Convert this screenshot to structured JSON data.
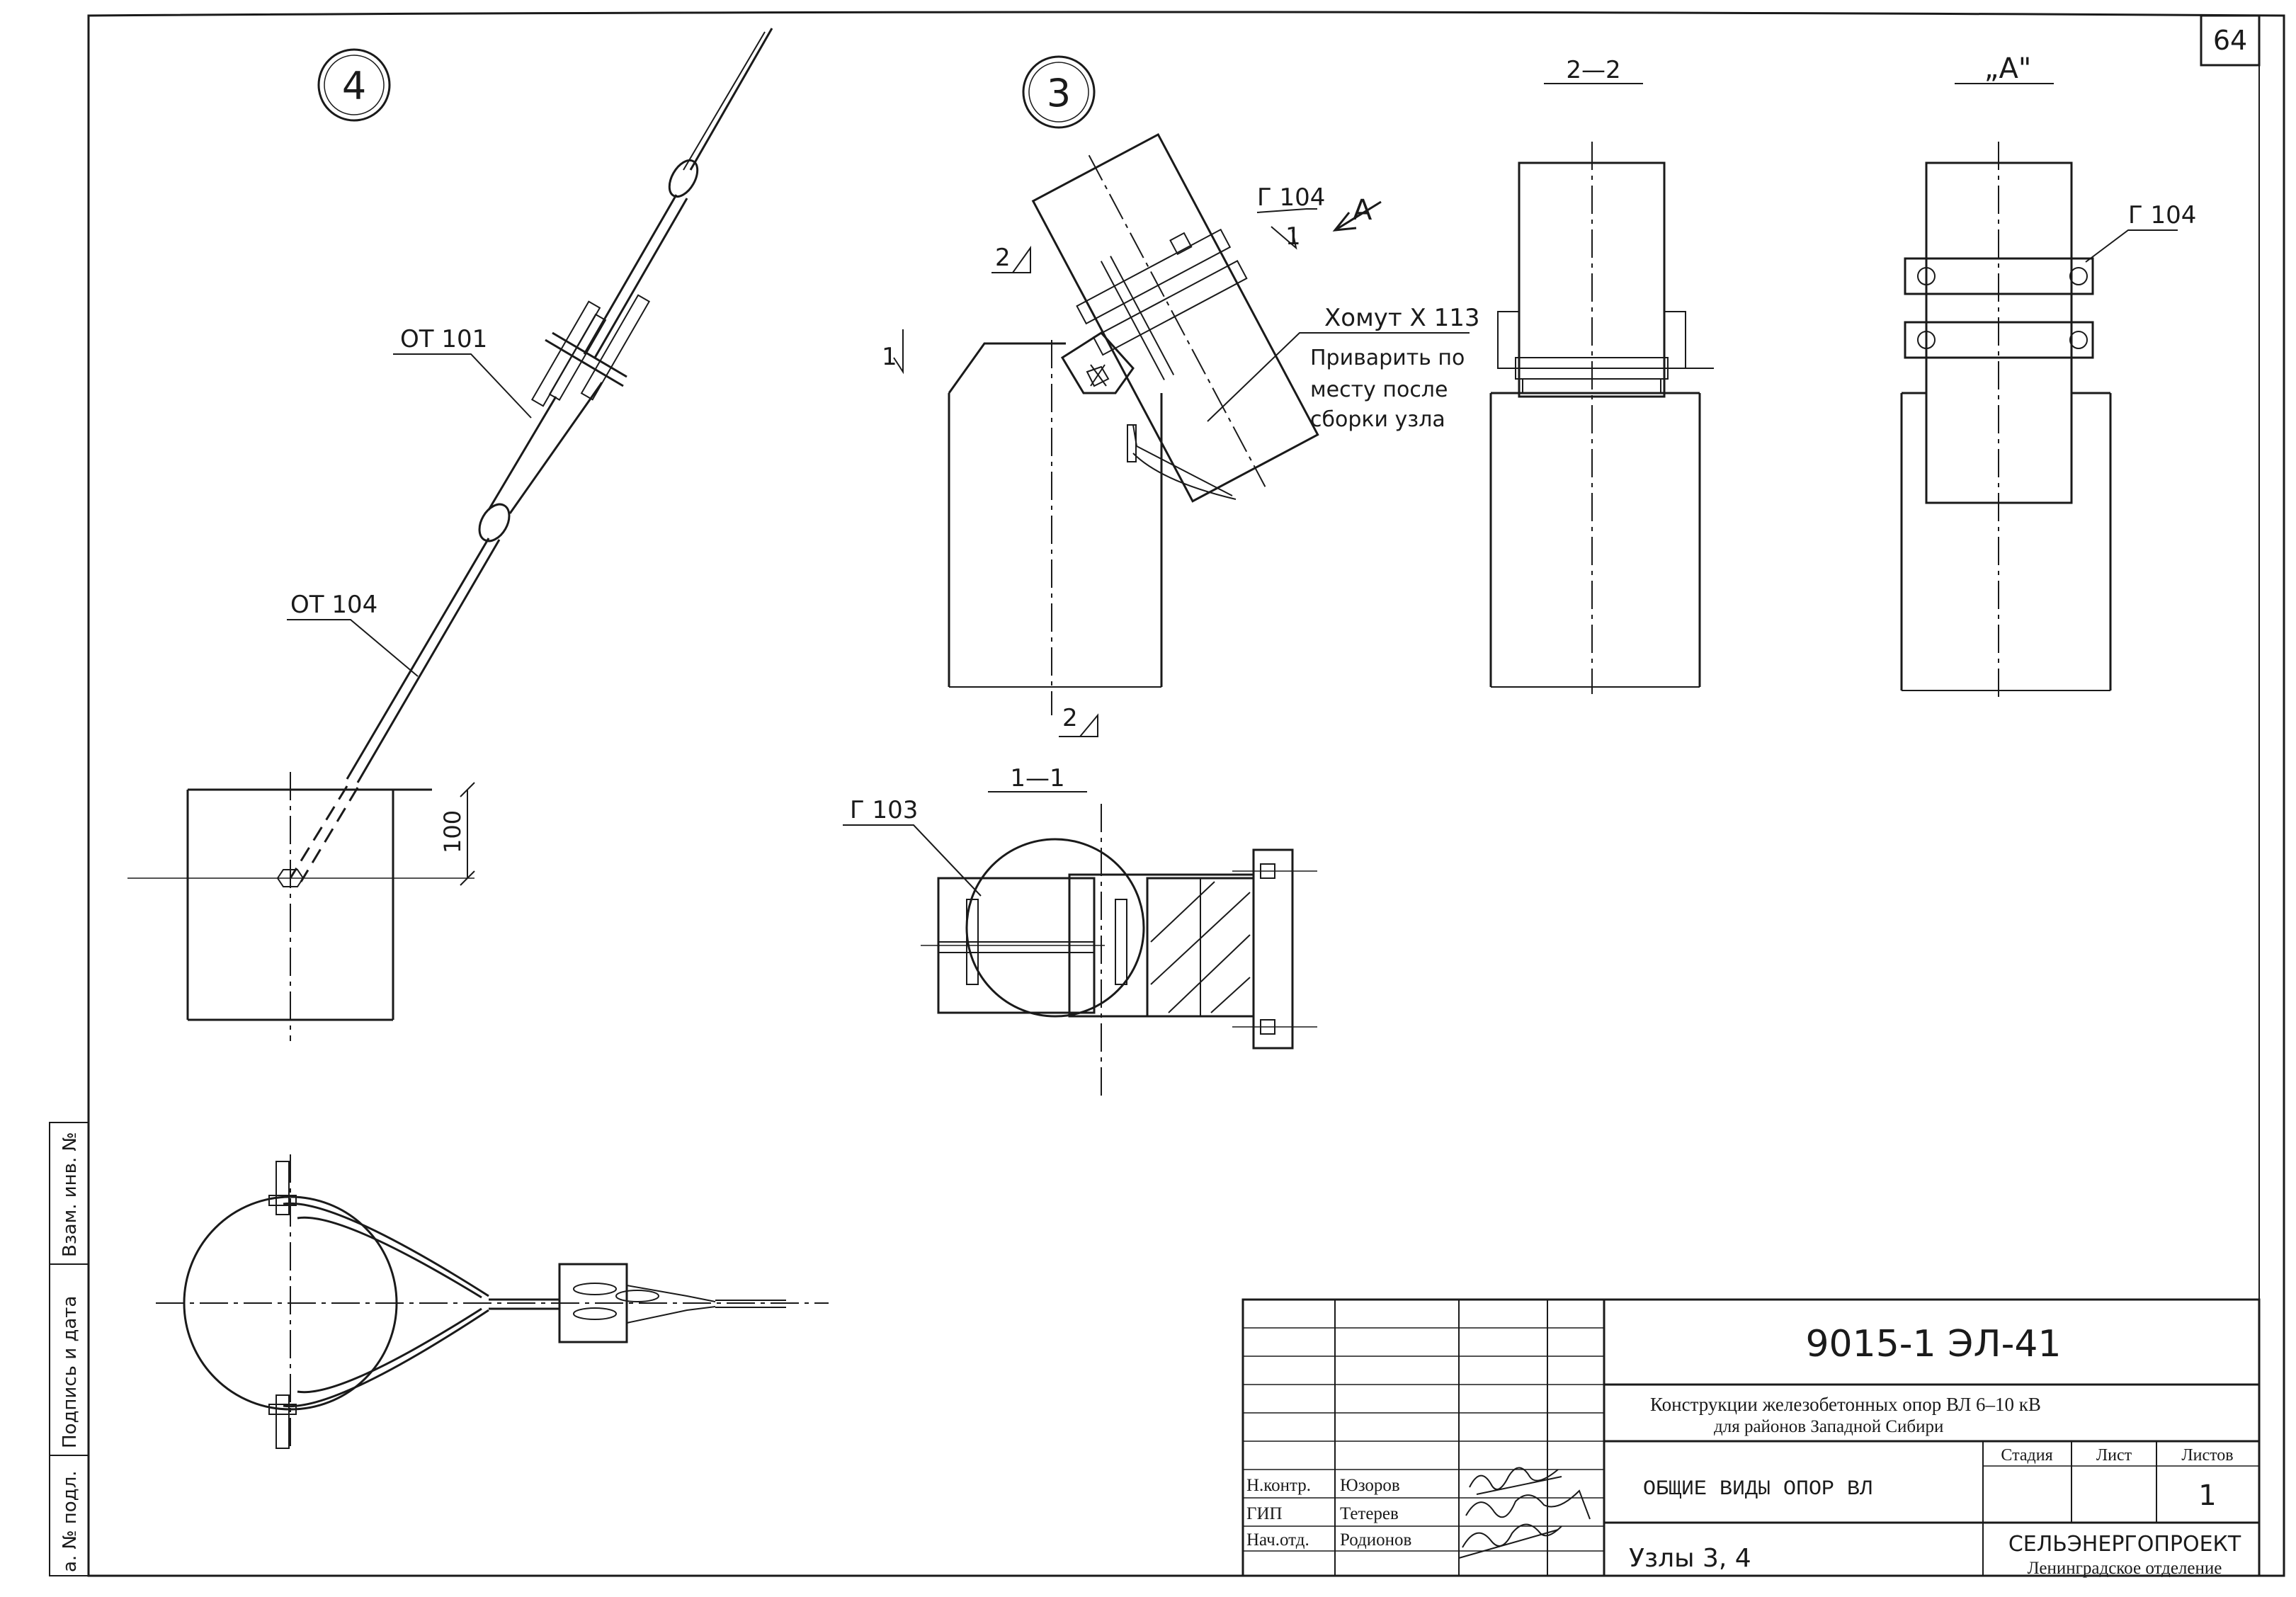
{
  "sheet_number": "64",
  "side_stamp": {
    "inv_no": "Взам. инв. №",
    "sign_date": "Подпись и дата",
    "orig_inv": "а. № подл."
  },
  "nodes": {
    "node4": "4",
    "node3": "3"
  },
  "section_labels": {
    "s22": "2—2",
    "viewA": "„А\"",
    "s11": "1—1"
  },
  "markers": {
    "cut2": "2",
    "cut1": "1",
    "arrowA": "А"
  },
  "callouts": {
    "ot101": "ОТ 101",
    "ot104": "ОТ 104",
    "g104_node3": "Г 104",
    "g104_viewA": "Г 104",
    "g103": "Г 103",
    "clamp": "Хомут Х 113",
    "weld_note_1": "Приварить по",
    "weld_note_2": "месту после",
    "weld_note_3": "сборки узла"
  },
  "dimensions": {
    "d100": "100"
  },
  "title_block": {
    "doc_code": "9015-1 ЭЛ-41",
    "project_line1": "Конструкции железобетонных опор ВЛ 6–10 кВ",
    "project_line2": "для районов Западной Сибири",
    "sheet_title": "ОБЩИЕ ВИДЫ ОПОР ВЛ",
    "sheet_subtitle": "Узлы 3, 4",
    "col_stage": "Стадия",
    "col_sheet": "Лист",
    "col_sheets": "Листов",
    "sheets_value": "1",
    "org_name": "СЕЛЬЭНЕРГОПРОЕКТ",
    "org_branch": "Ленинградское отделение",
    "signatories": [
      {
        "role": "Н.контр.",
        "name": "Юзоров"
      },
      {
        "role": "ГИП",
        "name": "Тетерев"
      },
      {
        "role": "Нач.отд.",
        "name": "Родионов"
      }
    ]
  }
}
